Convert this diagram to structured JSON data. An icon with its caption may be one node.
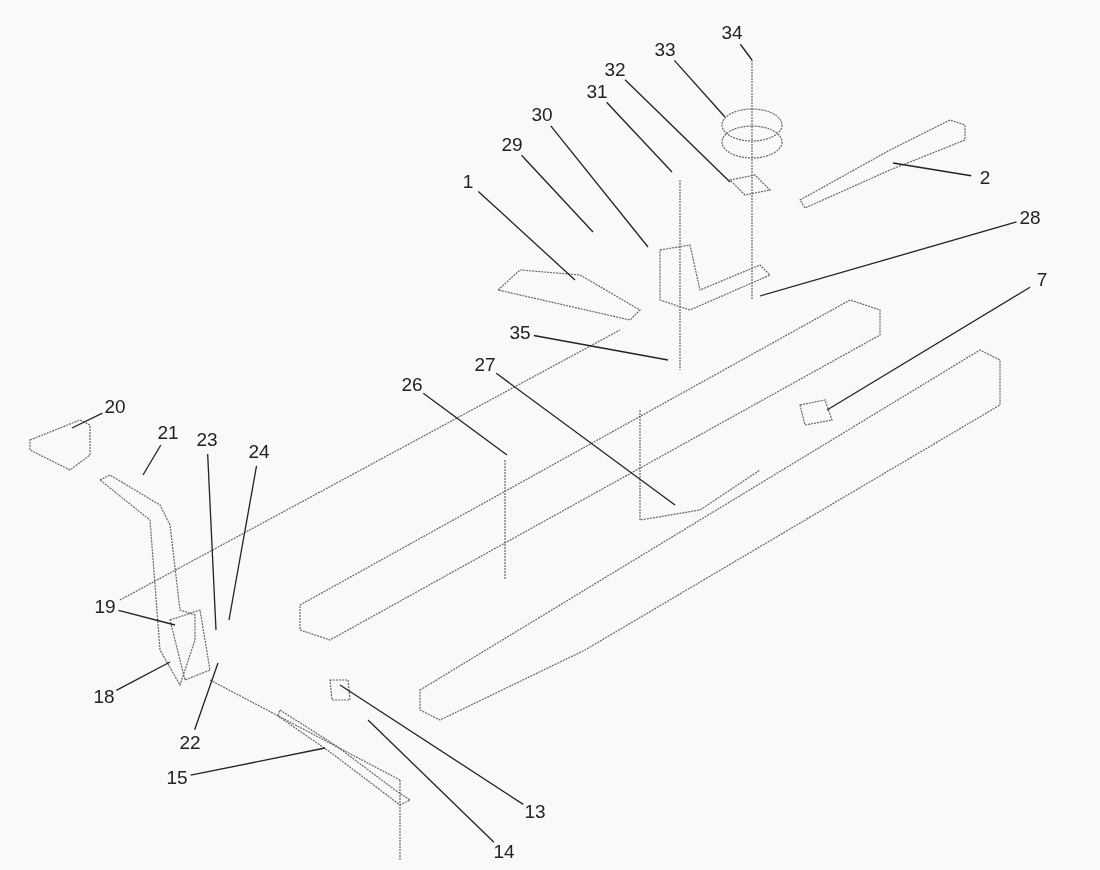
{
  "diagram": {
    "nodes": [
      {
        "text": [
          "34"
        ]
      },
      {
        "text": [
          "33"
        ]
      },
      {
        "text": [
          "32"
        ]
      },
      {
        "text": [
          "31"
        ]
      },
      {
        "text": [
          "30"
        ]
      },
      {
        "text": [
          "29"
        ]
      },
      {
        "text": [
          "2"
        ]
      },
      {
        "text": [
          "1"
        ]
      },
      {
        "text": [
          "28"
        ]
      },
      {
        "text": [
          "7"
        ]
      },
      {
        "text": [
          "35"
        ]
      },
      {
        "text": [
          "27"
        ]
      },
      {
        "text": [
          "26"
        ]
      },
      {
        "text": [
          "20"
        ]
      },
      {
        "text": [
          "21"
        ]
      },
      {
        "text": [
          "23"
        ]
      },
      {
        "text": [
          "24"
        ]
      },
      {
        "text": [
          "19"
        ]
      },
      {
        "text": [
          "18"
        ]
      },
      {
        "text": [
          "22"
        ]
      },
      {
        "text": [
          "15"
        ]
      },
      {
        "text": [
          "13"
        ]
      },
      {
        "text": [
          "14"
        ]
      }
    ],
    "edges": [
      {
        "from": 0,
        "to": null,
        "arrow": "none"
      },
      {
        "from": 1,
        "to": null,
        "arrow": "none"
      },
      {
        "from": 2,
        "to": null,
        "arrow": "none"
      },
      {
        "from": 3,
        "to": null,
        "arrow": "none"
      },
      {
        "from": 4,
        "to": null,
        "arrow": "none"
      },
      {
        "from": 5,
        "to": null,
        "arrow": "none"
      },
      {
        "from": 6,
        "to": null,
        "arrow": "none"
      },
      {
        "from": 7,
        "to": null,
        "arrow": "none"
      },
      {
        "from": 8,
        "to": null,
        "arrow": "none"
      },
      {
        "from": 9,
        "to": null,
        "arrow": "none"
      },
      {
        "from": 10,
        "to": null,
        "arrow": "none"
      },
      {
        "from": 11,
        "to": null,
        "arrow": "none"
      },
      {
        "from": 12,
        "to": null,
        "arrow": "none"
      },
      {
        "from": 13,
        "to": null,
        "arrow": "none"
      },
      {
        "from": 14,
        "to": null,
        "arrow": "none"
      },
      {
        "from": 15,
        "to": null,
        "arrow": "none"
      },
      {
        "from": 16,
        "to": null,
        "arrow": "none"
      },
      {
        "from": 17,
        "to": null,
        "arrow": "none"
      },
      {
        "from": 18,
        "to": null,
        "arrow": "none"
      },
      {
        "from": 19,
        "to": null,
        "arrow": "none"
      },
      {
        "from": 20,
        "to": null,
        "arrow": "none"
      },
      {
        "from": 21,
        "to": null,
        "arrow": "none"
      },
      {
        "from": 22,
        "to": null,
        "arrow": "none"
      }
    ]
  }
}
